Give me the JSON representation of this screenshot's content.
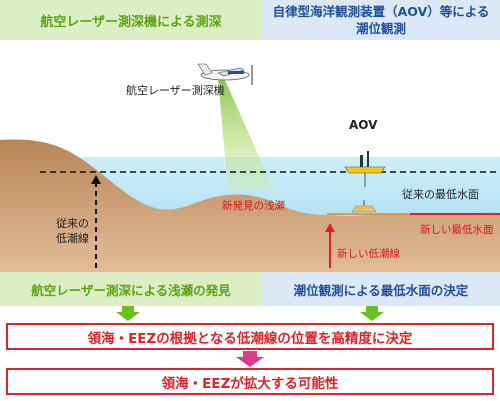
{
  "header": {
    "left_title": "航空レーザー測深機による測深",
    "right_title_line1": "自律型海洋観測装置（AOV）等による",
    "right_title_line2": "潮位観測"
  },
  "diagram": {
    "aircraft_label": "航空レーザー測深機",
    "aov_label": "AOV",
    "old_low_tide_line": "従来の\n低潮線",
    "new_shoal": "新発見の浅瀬",
    "old_lowest_water": "従来の最低水面",
    "new_lowest_water": "新しい最低水面",
    "new_low_tide_line": "新しい低潮線"
  },
  "findings": {
    "left": "航空レーザー測深による浅瀬の発見",
    "right": "潮位観測による最低水面の決定"
  },
  "conclusion": {
    "primary": "領海・EEZの根拠となる低潮線の位置を高精度に決定",
    "secondary": "領海・EEZが拡大する可能性"
  },
  "colors": {
    "green": "#5aa316",
    "blue": "#1f4f9a",
    "red": "#d7262c",
    "sea": "#bfe6f5",
    "land": "#c79a72"
  }
}
